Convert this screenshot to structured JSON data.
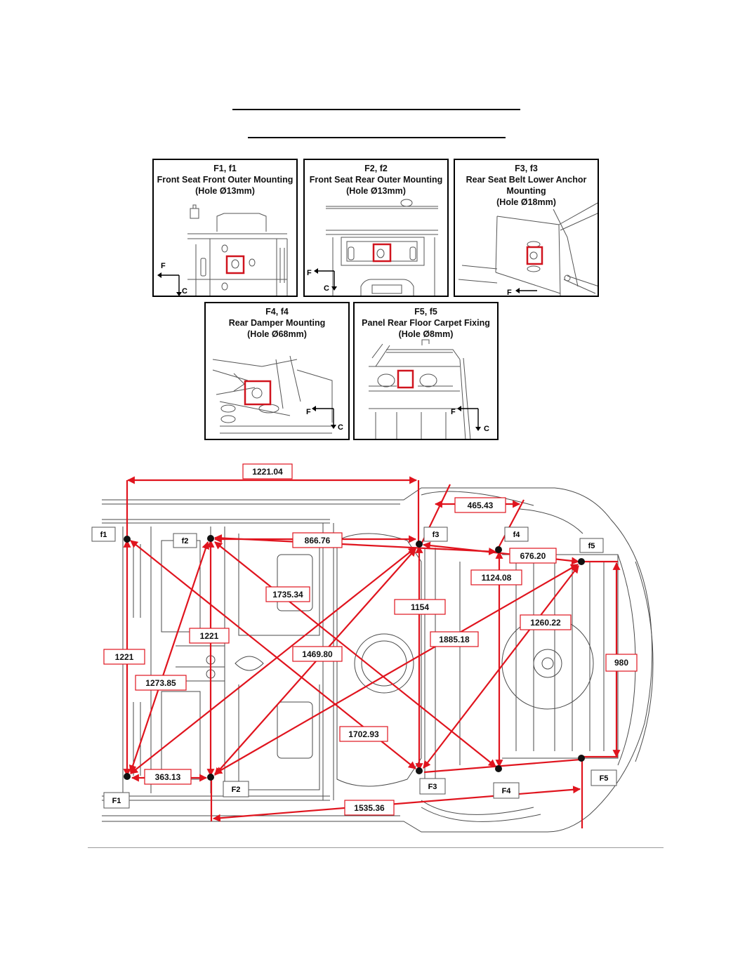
{
  "panels": [
    {
      "code": "F1, f1",
      "lines": [
        "Front Seat Front Outer Mounting",
        "(Hole Ø13mm)"
      ],
      "dir_h": "F",
      "dir_v": "C"
    },
    {
      "code": "F2, f2",
      "lines": [
        "Front Seat Rear Outer Mounting",
        "(Hole Ø13mm)"
      ],
      "dir_h": "F",
      "dir_v": "C"
    },
    {
      "code": "F3, f3",
      "lines": [
        "Rear Seat Belt Lower Anchor",
        "Mounting",
        "(Hole Ø18mm)"
      ],
      "dir_h": "F"
    },
    {
      "code": "F4, f4",
      "lines": [
        "Rear Damper Mounting",
        "(Hole Ø68mm)"
      ],
      "dir_h": "F",
      "dir_v": "C"
    },
    {
      "code": "F5, f5",
      "lines": [
        "Panel Rear Floor Carpet Fixing",
        "(Hole Ø8mm)"
      ],
      "dir_h": "F",
      "dir_v": "C"
    }
  ],
  "points": {
    "f1": "f1",
    "f2": "f2",
    "f3": "f3",
    "f4": "f4",
    "f5": "f5",
    "F1": "F1",
    "F2": "F2",
    "F3": "F3",
    "F4": "F4",
    "F5": "F5"
  },
  "dimensions": {
    "d1221_04": "1221.04",
    "d465_43": "465.43",
    "d866_76": "866.76",
    "d676_20": "676.20",
    "d1124_08": "1124.08",
    "d1735_34": "1735.34",
    "d1154": "1154",
    "d1260_22": "1260.22",
    "d1885_18": "1885.18",
    "d1221_a": "1221",
    "d1221_b": "1221",
    "d1469_80": "1469.80",
    "d980": "980",
    "d1273_85": "1273.85",
    "d1702_93": "1702.93",
    "d363_13": "363.13",
    "d1535_36": "1535.36"
  },
  "colors": {
    "dimension": "#e0141e",
    "outline": "#000000",
    "sketch": "#555555"
  }
}
